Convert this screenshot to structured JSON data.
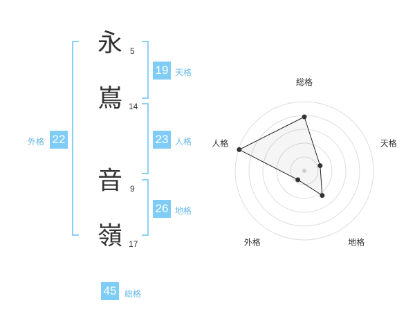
{
  "name": {
    "characters": [
      {
        "char": "永",
        "strokes": "5"
      },
      {
        "char": "嶌",
        "strokes": "14"
      },
      {
        "char": "音",
        "strokes": "9"
      },
      {
        "char": "嶺",
        "strokes": "17"
      }
    ]
  },
  "fortunes": {
    "tenkaku": {
      "value": "19",
      "label": "天格"
    },
    "jinkaku": {
      "value": "23",
      "label": "人格"
    },
    "chikaku": {
      "value": "26",
      "label": "地格"
    },
    "gaikaku": {
      "value": "22",
      "label": "外格"
    },
    "soukaku": {
      "value": "45",
      "label": "総格"
    }
  },
  "colors": {
    "accent": "#7fcdf6",
    "bracket": "#8ccff4",
    "text": "#333333"
  },
  "chart_data": {
    "type": "radar",
    "axes": [
      "総格",
      "天格",
      "地格",
      "外格",
      "人格"
    ],
    "values": [
      0.78,
      0.24,
      0.44,
      0.16,
      0.99
    ],
    "rings": 5,
    "max": 1
  }
}
